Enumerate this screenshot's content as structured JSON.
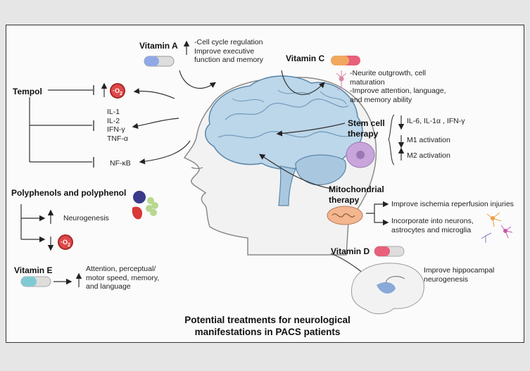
{
  "tempol": {
    "title": "Tempol",
    "cytokines": [
      "IL-1",
      "IL-2",
      "IFN-γ",
      "TNF-α"
    ],
    "nfkb": "NF-κB"
  },
  "vitamin_a": {
    "title": "Vitamin A",
    "effects": [
      "-Cell cycle regulation",
      "Improve executive",
      "function and memory"
    ]
  },
  "vitamin_c": {
    "title": "Vitamin C",
    "effects": [
      "-Neurite outgrowth, cell",
      "maturation",
      "-Improve attention, language,",
      "and memory ability"
    ]
  },
  "stem_cell": {
    "title_line1": "Stem cell",
    "title_line2": "therapy",
    "effects": [
      "IL-6, IL-1α , IFN-γ",
      "M1 activation",
      "M2 activation"
    ]
  },
  "polyphenols": {
    "title": "Polyphenols and polyphenol",
    "effects": [
      "Neurogenesis"
    ]
  },
  "mitochondrial": {
    "title_line1": "Mitochondrial",
    "title_line2": "therapy",
    "effects": [
      "Improve ischemia reperfusion injuries",
      "Incorporate into neurons,",
      "astrocytes and microglia"
    ]
  },
  "vitamin_d": {
    "title": "Vitamin D",
    "effects": [
      "Improve hippocampal",
      "neurogenesis"
    ]
  },
  "vitamin_e": {
    "title": "Vitamin E",
    "effects": [
      "Attention, perceptual/",
      "motor speed, memory,",
      "and language"
    ]
  },
  "superoxide": {
    "base": "·O",
    "sub": "2"
  },
  "caption": {
    "line1": "Potential treatments for neurological",
    "line2": "manifestations in PACS patients"
  },
  "colors": {
    "brain": "#bcd6ea",
    "brain_stroke": "#5a86a8",
    "head": "#f2f2f2",
    "superoxide": "#e04848",
    "capsule_a": "#8fa9e6",
    "capsule_c": "#f0a860",
    "capsule_d": "#e8607a",
    "capsule_e": "#7fcad2",
    "stem_cell": "#c8a6dc"
  }
}
